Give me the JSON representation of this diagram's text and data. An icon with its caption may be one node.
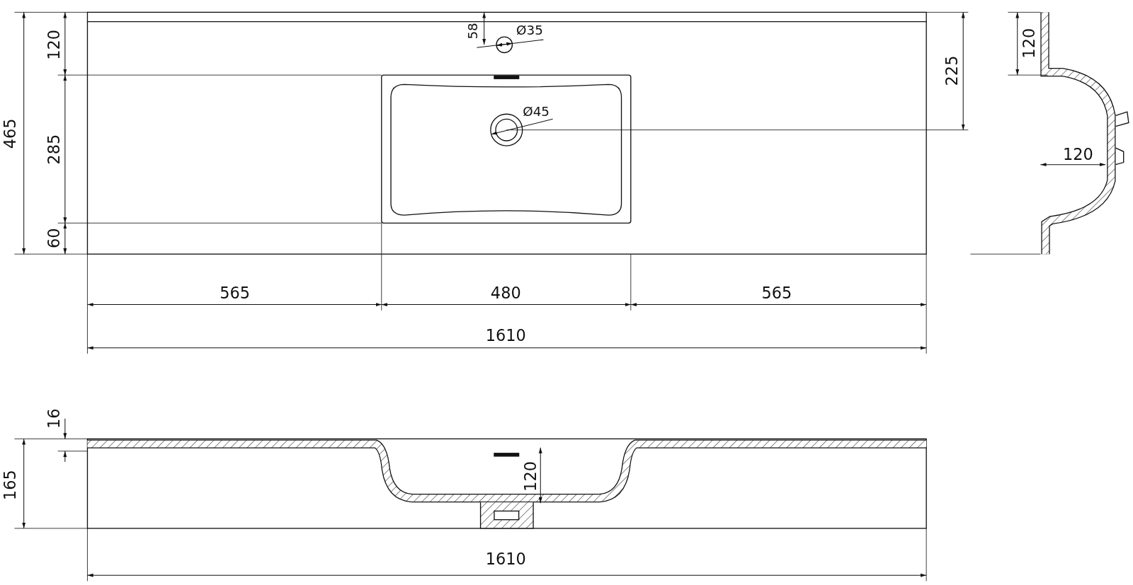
{
  "diagram": {
    "labels": [
      "120",
      "58",
      "Ø35",
      "225",
      "120",
      "465",
      "285",
      "Ø45",
      "120",
      "60",
      "565",
      "480",
      "565",
      "1610",
      "16",
      "165",
      "120",
      "1610"
    ]
  }
}
